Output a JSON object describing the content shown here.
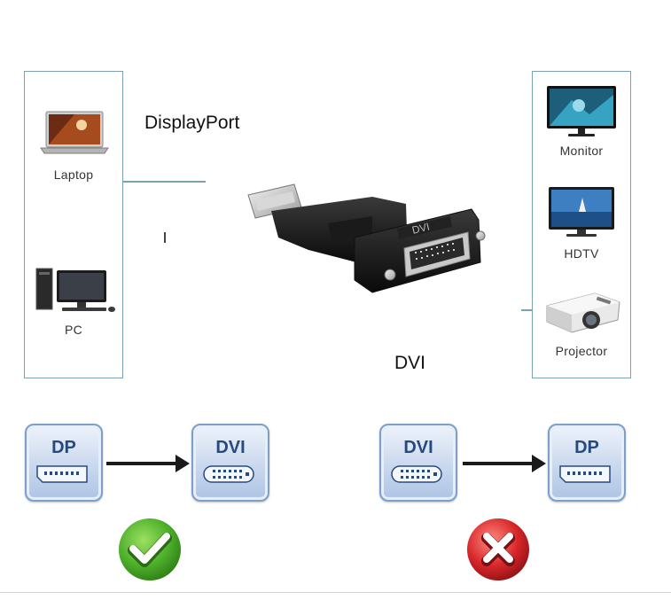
{
  "left_panel": {
    "devices": [
      {
        "label": "Laptop",
        "icon": "laptop-icon"
      },
      {
        "label": "PC",
        "icon": "desktop-pc-icon"
      }
    ]
  },
  "right_panel": {
    "devices": [
      {
        "label": "Monitor",
        "icon": "monitor-icon"
      },
      {
        "label": "HDTV",
        "icon": "hdtv-icon"
      },
      {
        "label": "Projector",
        "icon": "projector-icon"
      }
    ]
  },
  "labels": {
    "displayport": "DisplayPort",
    "dvi": "DVI"
  },
  "conversions": [
    {
      "from": "DP",
      "to": "DVI",
      "supported": true,
      "status_icon": "check-icon",
      "status_color": "#4caf2a"
    },
    {
      "from": "DVI",
      "to": "DP",
      "supported": false,
      "status_icon": "cross-icon",
      "status_color": "#d8262a"
    }
  ],
  "colors": {
    "panel_border": "#7aa3ad",
    "badge_text": "#274a7e",
    "supported": "#4caf2a",
    "unsupported": "#d8262a"
  }
}
